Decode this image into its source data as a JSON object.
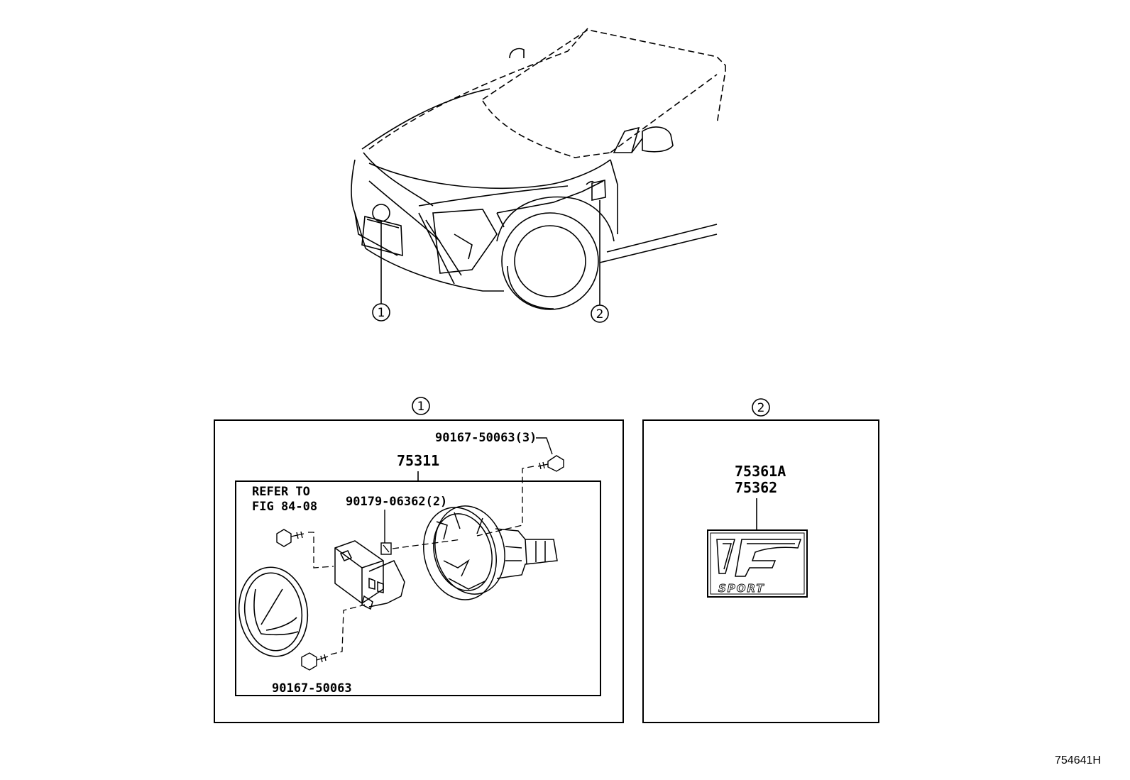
{
  "callouts": {
    "one": "1",
    "two": "2"
  },
  "panel1": {
    "callout": "1",
    "assembly_part": "75311",
    "bolt_top": "90167-50063(3)",
    "refer_line1": "REFER TO",
    "refer_line2": "FIG 84-08",
    "nut_part": "90179-06362(2)",
    "bolt_bottom": "90167-50063"
  },
  "panel2": {
    "callout": "2",
    "part_a": "75361A",
    "part_b": "75362",
    "emblem_text": "SPORT"
  },
  "figure_id": "754641H"
}
